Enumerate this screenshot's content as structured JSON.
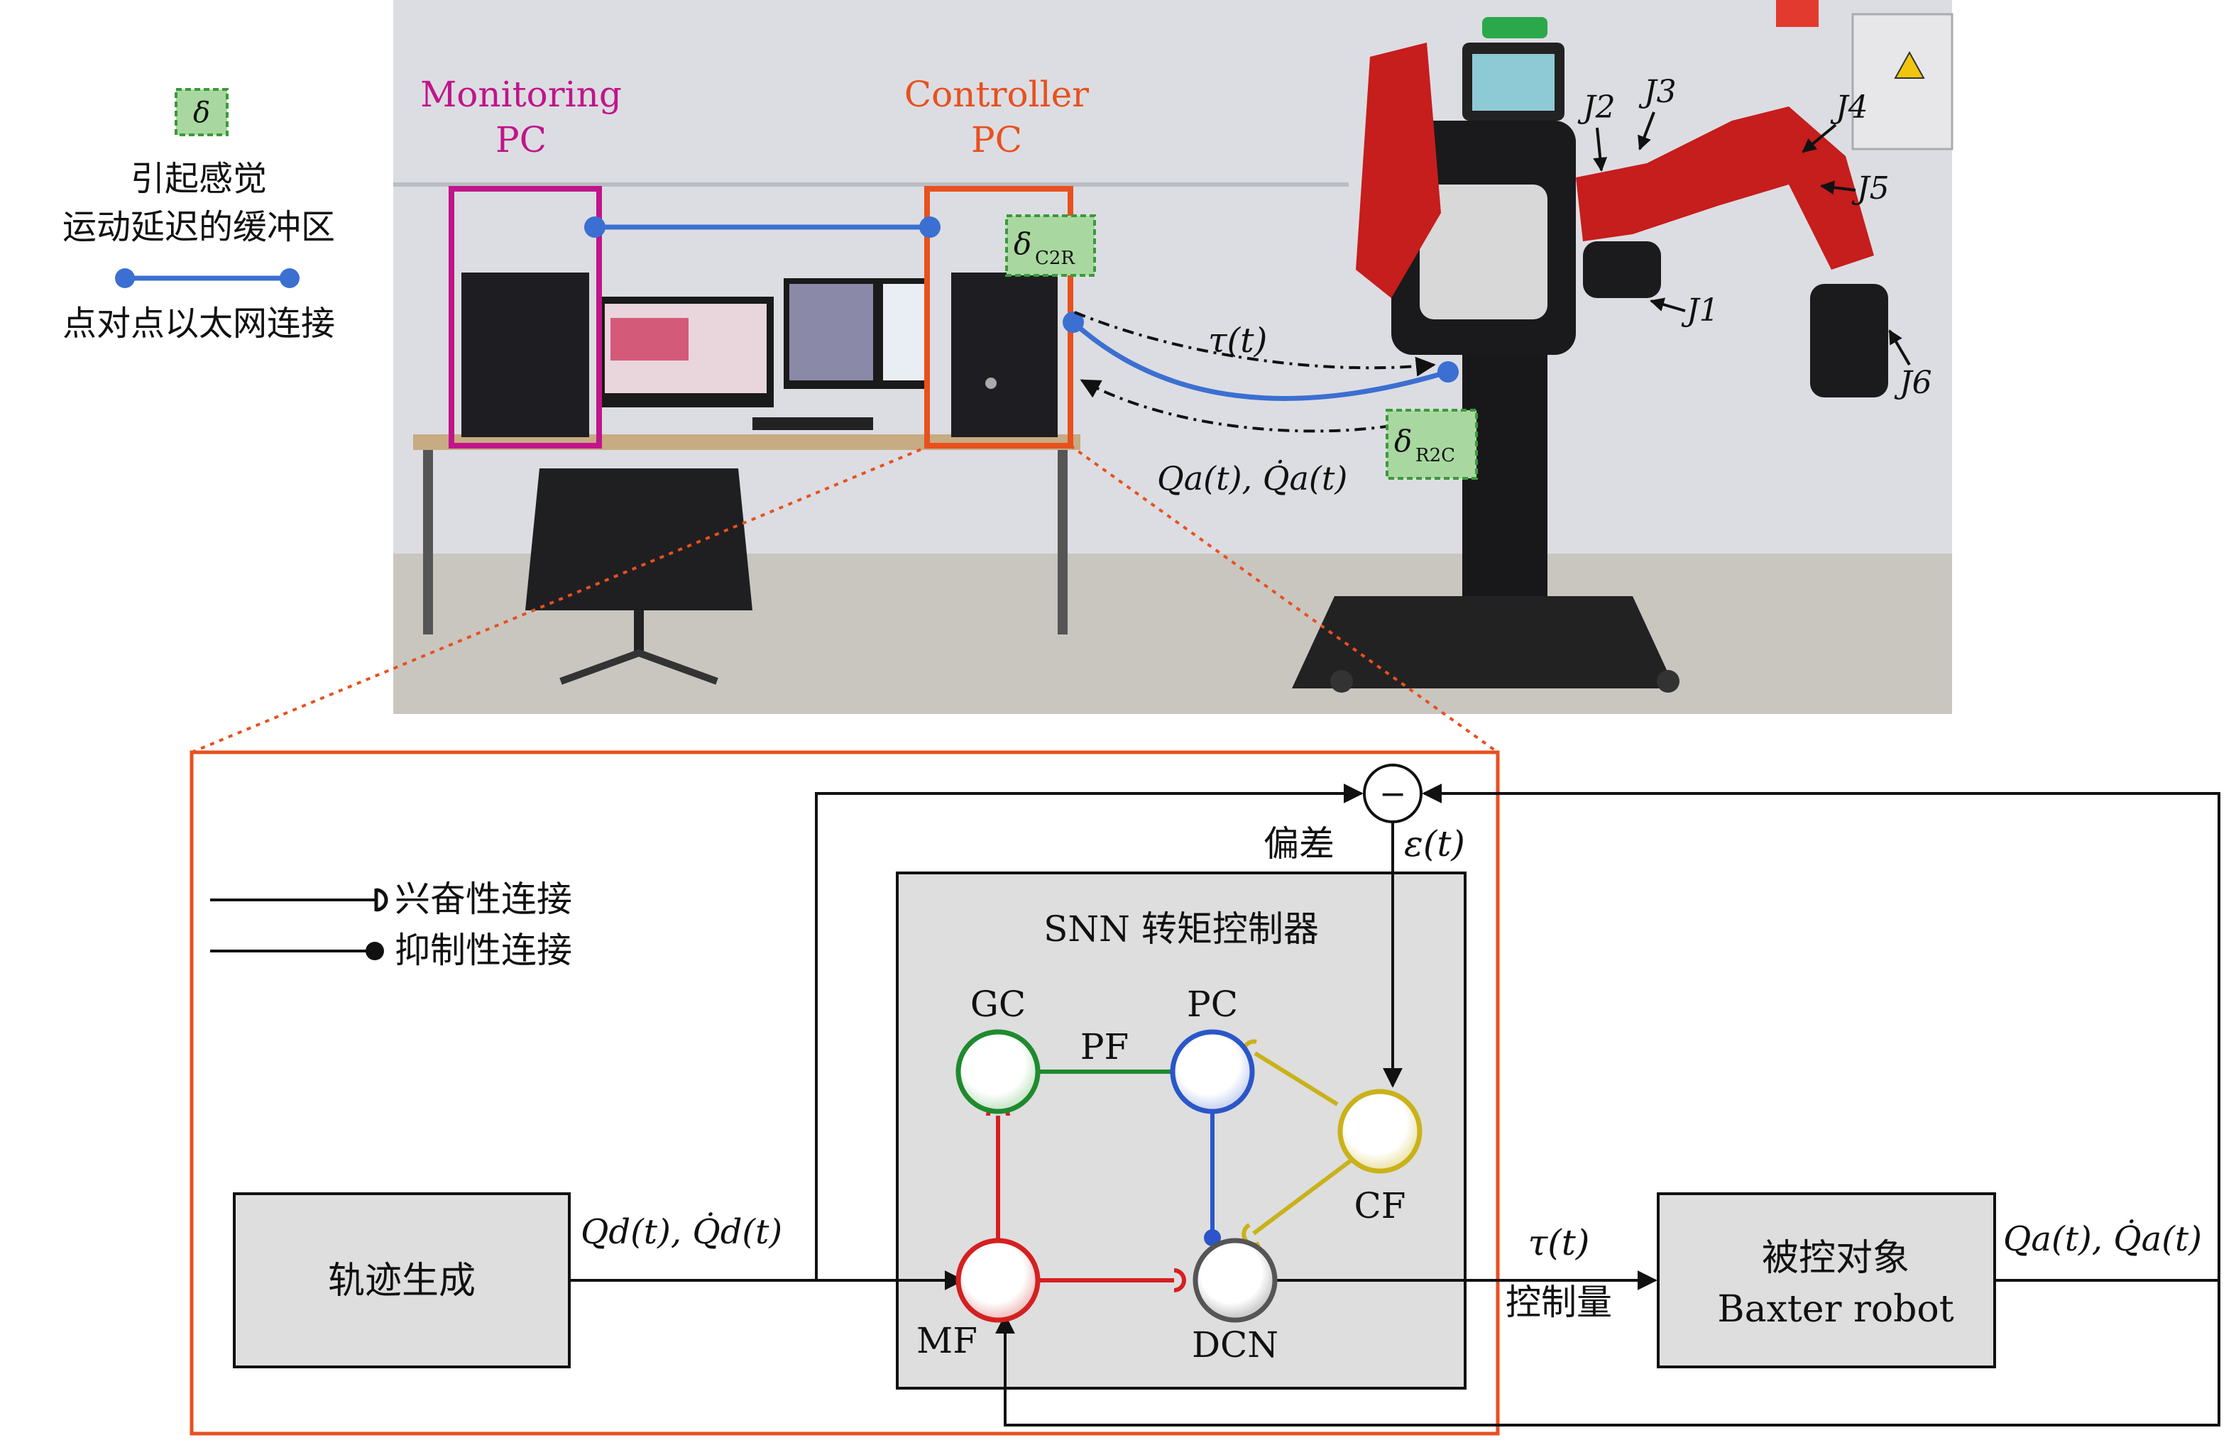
{
  "legend_top": {
    "delta_symbol": "δ",
    "buffer_line1": "引起感觉",
    "buffer_line2": "运动延迟的缓冲区",
    "ethernet_label": "点对点以太网连接"
  },
  "photo": {
    "monitoring_line1": "Monitoring",
    "monitoring_line2": "PC",
    "controller_line1": "Controller",
    "controller_line2": "PC",
    "delta_c2r_main": "δ",
    "delta_c2r_sub": "C2R",
    "delta_r2c_main": "δ",
    "delta_r2c_sub": "R2C",
    "tau_label": "τ(t)",
    "qa_label": "Qa(t), Q̇a(t)",
    "joints": [
      "J1",
      "J2",
      "J3",
      "J4",
      "J5",
      "J6"
    ],
    "colors": {
      "monitoring": "#c0158a",
      "controller": "#e8501f",
      "ethernet": "#3b6fd1",
      "buffer_fill": "#a8d8a0",
      "buffer_border": "#3a9a3a"
    }
  },
  "legend_bottom": {
    "excitatory": "兴奋性连接",
    "inhibitory": "抑制性连接"
  },
  "diagram": {
    "comparator_symbol": "−",
    "error_label": "偏差",
    "epsilon_label": "ε(t)",
    "snn_title": "SNN 转矩控制器",
    "trajectory_label": "轨迹生成",
    "qd_label": "Qd(t), Q̇d(t)",
    "tau_label": "τ(t)",
    "control_label": "控制量",
    "plant_line1": "被控对象",
    "plant_line2": "Baxter robot",
    "qa_label": "Qa(t), Q̇a(t)",
    "nodes": {
      "gc": "GC",
      "pc": "PC",
      "cf": "CF",
      "mf": "MF",
      "dcn": "DCN",
      "pf": "PF"
    },
    "node_colors": {
      "gc": "#1e8a2e",
      "pc": "#2b56c9",
      "cf": "#c9b21a",
      "mf": "#d42020",
      "dcn": "#555555"
    }
  }
}
